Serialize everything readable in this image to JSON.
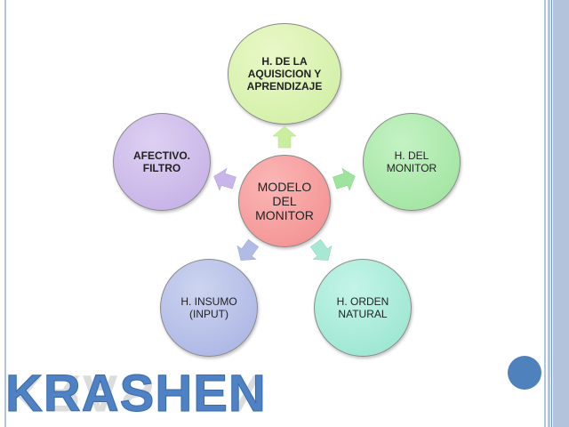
{
  "slide": {
    "title": "KRASHEN",
    "center": {
      "label": "MODELO\nDEL\nMONITOR",
      "color": "#f59a9a"
    },
    "nodes": [
      {
        "id": "adquisicion",
        "label": "H. DE LA\nAQUISICION Y\nAPRENDIZAJE",
        "color": "#d8f2a8"
      },
      {
        "id": "monitor",
        "label": "H. DEL\nMONITOR",
        "color": "#a6e8a6"
      },
      {
        "id": "orden-natural",
        "label": "H. ORDEN\nNATURAL",
        "color": "#a6ead8"
      },
      {
        "id": "insumo",
        "label": "H. INSUMO\n(INPUT)",
        "color": "#b4bfe8"
      },
      {
        "id": "afectivo",
        "label": "AFECTIVO.\nFILTRO",
        "color": "#cbb8ea"
      }
    ],
    "accent_color": "#4f81bd"
  }
}
